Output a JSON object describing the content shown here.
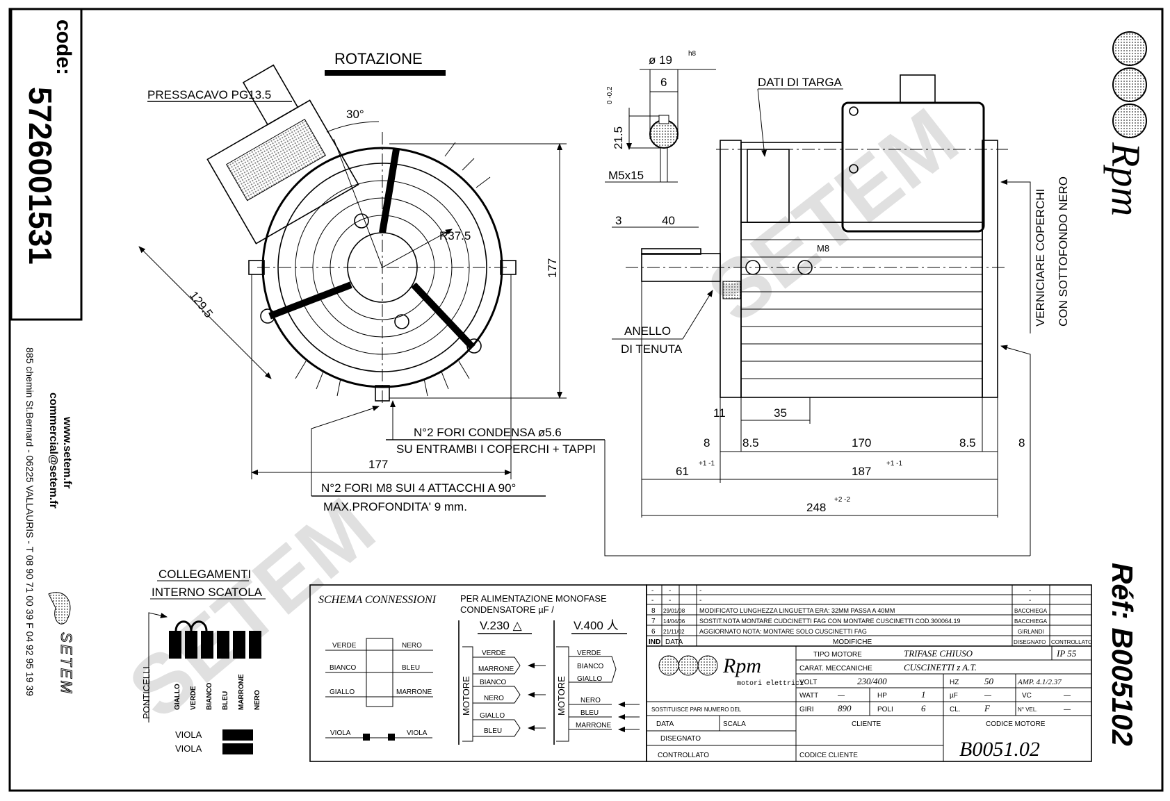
{
  "left_strip": {
    "code_label": "code:",
    "code": "5726001531",
    "website": "www.setem.fr",
    "email": "commercial@setem.fr",
    "address": "885 chemin St.Bernard - 06225 VALLAURIS - T 08 90 71 00 39  F 04 92 95 19 39",
    "brand": "SETEM"
  },
  "watermark": "SETEM",
  "front_view": {
    "title": "ROTAZIONE",
    "cable_gland": "PRESSACAVO PG13.5",
    "angle": "30°",
    "radius": "R37.5",
    "diag_dim": "129.5",
    "height_dim": "177",
    "width_dim": "177",
    "note1_line1": "N°2 FORI CONDENSA ø5.6",
    "note1_line2": "SU ENTRAMBI I COPERCHI + TAPPI",
    "note2_line1": "N°2 FORI M8 SUI 4 ATTACCHI A 90°",
    "note2_line2": "MAX.PROFONDITA' 9 mm."
  },
  "shaft_detail": {
    "diameter": "ø 19",
    "tolerance": "h8",
    "key_width": "6",
    "key_height": "21.5",
    "key_tol": "0 -0.2",
    "thread": "M5x15",
    "offset": "3",
    "length": "40"
  },
  "side_view": {
    "nameplate": "DATI DI TARGA",
    "bolt": "M8",
    "seal_line1": "ANELLO",
    "seal_line2": "DI TENUTA",
    "paint_line1": "VERNICIARE COPERCHI",
    "paint_line2": "CON SOTTOFONDO NERO",
    "dims": {
      "d11": "11",
      "d35": "35",
      "d8a": "8",
      "d85a": "8.5",
      "d170": "170",
      "d85b": "8.5",
      "d8b": "8",
      "d61": "61",
      "d61_tol": "+1 -1",
      "d187": "187",
      "d187_tol": "+1 -1",
      "d248": "248",
      "d248_tol": "+2 -2"
    }
  },
  "brand_logo": "Rpm",
  "reference": "Réf: B005102",
  "collegamenti": {
    "title1": "COLLEGAMENTI",
    "title2": "INTERNO SCATOLA",
    "jumpers": "PONTICELLI",
    "wires": [
      "GIALLO",
      "VERDE",
      "BIANCO",
      "BLEU",
      "MARRONE",
      "NERO"
    ],
    "viola1": "VIOLA",
    "viola2": "VIOLA"
  },
  "schema": {
    "title": "SCHEMA CONNESSIONI",
    "mono_line1": "PER ALIMENTAZIONE MONOFASE",
    "mono_line2": "CONDENSATORE µF /",
    "v230": "V.230 △",
    "v400": "V.400 人",
    "motore": "MOTORE",
    "winding_left": [
      "VERDE",
      "BIANCO",
      "GIALLO"
    ],
    "winding_right": [
      "NERO",
      "BLEU",
      "MARRONE"
    ],
    "viola_left": "VIOLA",
    "viola_right": "VIOLA",
    "delta_wires": [
      "VERDE",
      "MARRONE",
      "BIANCO",
      "NERO",
      "GIALLO",
      "BLEU"
    ],
    "star_wires": [
      "VERDE",
      "BIANCO",
      "GIALLO",
      "NERO",
      "BLEU",
      "MARRONE"
    ]
  },
  "title_block": {
    "revisions": [
      {
        "ind": "-",
        "data": "-",
        "modifica": "-",
        "disegnato": "-",
        "controllato": ""
      },
      {
        "ind": "-",
        "data": "-",
        "modifica": "-",
        "disegnato": "-",
        "controllato": ""
      },
      {
        "ind": "8",
        "data": "29/01/08",
        "modifica": "MODIFICATO LUNGHEZZA LINGUETTA ERA: 32MM PASSA A 40MM",
        "disegnato": "BACCHIEGA",
        "controllato": ""
      },
      {
        "ind": "7",
        "data": "14/04/06",
        "modifica": "SOSTIT.NOTA MONTARE CUDCINETTI FAG CON MONTARE CUSCINETTI COD.300064.19",
        "disegnato": "BACCHIEGA",
        "controllato": ""
      },
      {
        "ind": "6",
        "data": "21/11/02",
        "modifica": "AGGIORNATO NOTA: MONTARE SOLO CUSCINETTI FAG",
        "disegnato": "GIRLANDI",
        "controllato": ""
      }
    ],
    "header": {
      "ind": "IND",
      "data": "DATA",
      "modifiche": "MODIFICHE",
      "disegnato": "DISEGNATO",
      "controllato": "CONTROLLATO"
    },
    "logo_text": "Rpm",
    "logo_sub": "motori elettrici",
    "tipo_motore_label": "TIPO MOTORE",
    "tipo_motore": "TRIFASE CHIUSO",
    "ip": "IP 55",
    "carat_label": "CARAT. MECCANICHE",
    "carat": "CUSCINETTI z A.T.",
    "volt_label": "VOLT",
    "volt": "230/400",
    "hz_label": "HZ",
    "hz": "50",
    "amp": "AMP. 4.1/2.37",
    "watt_label": "WATT",
    "watt": "—",
    "hp_label": "HP",
    "hp": "1",
    "uf_label": "µF",
    "uf": "—",
    "vc_label": "VC",
    "vc": "—",
    "sostituisce": "SOSTITUISCE PARI NUMERO DEL",
    "giri_label": "GIRI",
    "giri": "890",
    "poli_label": "POLI",
    "poli": "6",
    "cl_label": "CL.",
    "cl": "F",
    "nvel_label": "N° VEL.",
    "nvel": "—",
    "data_label": "DATA",
    "scala_label": "SCALA",
    "cliente_label": "CLIENTE",
    "codice_motore_label": "CODICE MOTORE",
    "disegnato_label": "DISEGNATO",
    "controllato_label": "CONTROLLATO",
    "codice_cliente_label": "CODICE CLIENTE",
    "codice_motore": "B0051.02"
  }
}
